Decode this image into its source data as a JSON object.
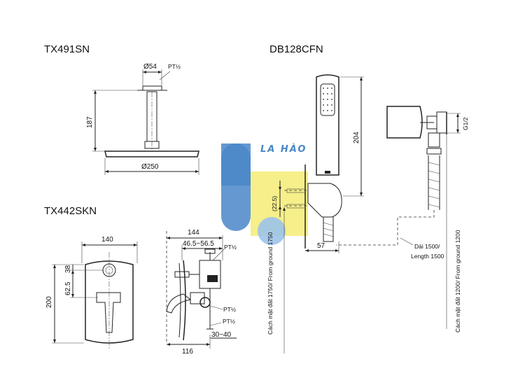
{
  "models": {
    "head": "TX491SN",
    "valve": "TX442SKN",
    "hand": "DB128CFN"
  },
  "watermark": "LA HÀO",
  "head_dims": {
    "dia_small": "Ø54",
    "thread": "PT½",
    "height": "187",
    "dia_large": "Ø250"
  },
  "valve_dims": {
    "width": "140",
    "height": "200",
    "d38": "38",
    "d625": "62.5",
    "depth": "144",
    "range1": "46.5~56.5",
    "thread_top": "PT½",
    "thread_mid": "PT½",
    "thread_bottom": "PT½",
    "range2": "30~40",
    "bottom": "116"
  },
  "hand_dims": {
    "length": "204",
    "thread": "G1/2",
    "offset": "(22.5)",
    "spread": "57",
    "ground_1750": "Cách mặt đất 1750/ From ground 1750",
    "ground_1200": "Cách mặt đất 1200/ From ground 1200",
    "hose_vn": "Dài 1500/",
    "hose_en": "Length 1500"
  },
  "colors": {
    "blue": "#4a86c8",
    "light_blue": "#9cc3ea",
    "yellow": "#f3ea63"
  }
}
